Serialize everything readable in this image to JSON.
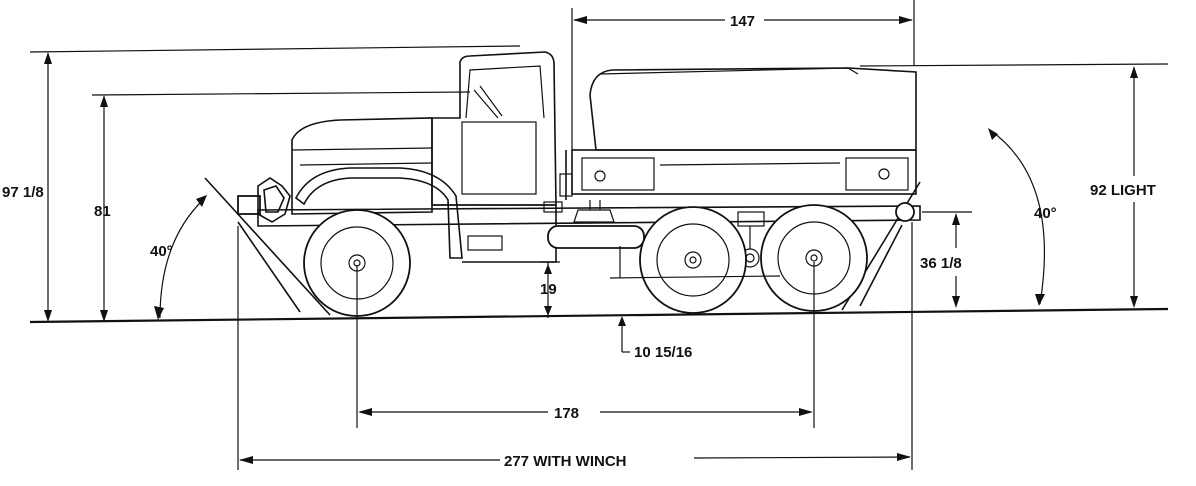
{
  "dimensions": {
    "overall_height": "97 1/8",
    "cab_height": "81",
    "approach_angle": "40°",
    "ground_clearance": "19",
    "axle_clearance": "10 15/16",
    "wheelbase": "178",
    "overall_length": "277 WITH WINCH",
    "tank_length": "147",
    "departure_angle": "40°",
    "tailgate_height": "36 1/8",
    "height_light": "92 LIGHT"
  }
}
